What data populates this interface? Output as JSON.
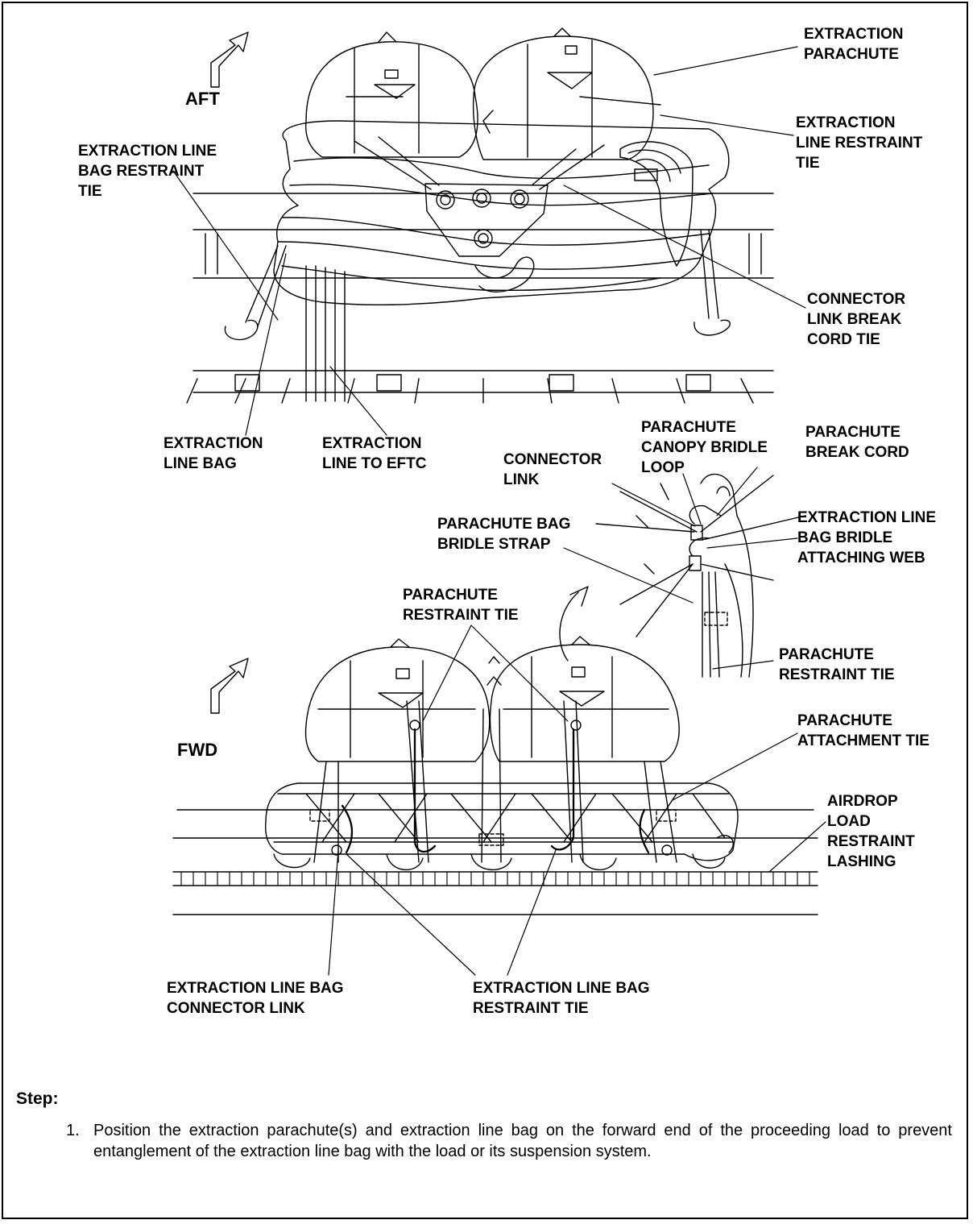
{
  "directions": {
    "aft": "AFT",
    "fwd": "FWD"
  },
  "labels": {
    "extraction_parachute": "EXTRACTION\nPARACHUTE",
    "extraction_line_restraint_tie": "EXTRACTION\nLINE RESTRAINT\nTIE",
    "extraction_line_bag_restraint_tie_top": "EXTRACTION LINE\nBAG RESTRAINT\nTIE",
    "connector_link_break_cord_tie": "CONNECTOR\nLINK BREAK\nCORD TIE",
    "extraction_line_bag": "EXTRACTION\nLINE BAG",
    "extraction_line_to_eftc": "EXTRACTION\nLINE TO EFTC",
    "connector_link": "CONNECTOR\nLINK",
    "parachute_canopy_bridle_loop": "PARACHUTE\nCANOPY BRIDLE\nLOOP",
    "parachute_break_cord": "PARACHUTE\nBREAK CORD",
    "parachute_bag_bridle_strap": "PARACHUTE BAG\nBRIDLE STRAP",
    "extraction_line_bag_bridle_attaching_web": "EXTRACTION LINE\nBAG BRIDLE\nATTACHING WEB",
    "parachute_restraint_tie_top": "PARACHUTE\nRESTRAINT TIE",
    "parachute_restraint_tie_right": "PARACHUTE\nRESTRAINT TIE",
    "parachute_attachment_tie": "PARACHUTE\nATTACHMENT TIE",
    "airdrop_load_restraint_lashing": "AIRDROP\nLOAD\nRESTRAINT\nLASHING",
    "extraction_line_bag_connector_link": "EXTRACTION LINE BAG\nCONNECTOR LINK",
    "extraction_line_bag_restraint_tie_bottom": "EXTRACTION LINE BAG\nRESTRAINT TIE"
  },
  "step": {
    "heading": "Step:",
    "items": [
      {
        "number": "1.",
        "text": "Position the extraction parachute(s) and extraction line bag on the forward end of the proceeding load to prevent entanglement of the extraction line bag with the load or its suspension system."
      }
    ]
  }
}
